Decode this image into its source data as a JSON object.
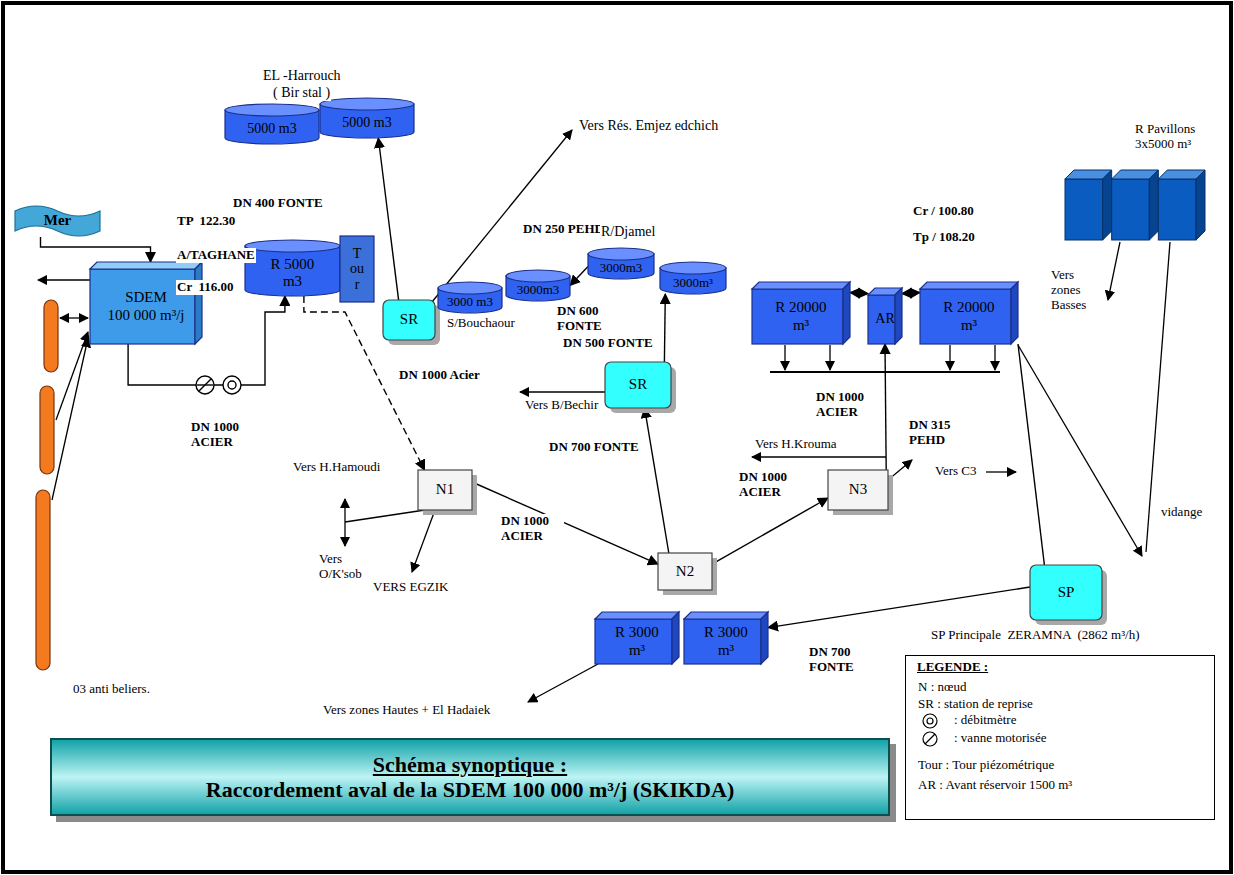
{
  "diagram": {
    "title": "Schéma synoptique :",
    "caption": "Raccordement aval de la SDEM 100 000 m³/j (SKIKDA)",
    "nodes": [
      {
        "text": [
          "Mer"
        ]
      },
      {
        "text": [
          "SDEM",
          "100 000 m³/j"
        ]
      },
      {
        "text": [
          "R 5000 m3"
        ]
      },
      {
        "text": [
          "Tour"
        ]
      },
      {
        "text": [
          "SR"
        ]
      },
      {
        "text": [
          "5000 m3"
        ]
      },
      {
        "text": [
          "5000 m3"
        ]
      },
      {
        "text": [
          "3000 m3"
        ]
      },
      {
        "text": [
          "3000m3"
        ]
      },
      {
        "text": [
          "3000m3"
        ]
      },
      {
        "text": [
          "3000m³"
        ]
      },
      {
        "text": [
          "SR"
        ]
      },
      {
        "text": [
          "N1"
        ]
      },
      {
        "text": [
          "N2"
        ]
      },
      {
        "text": [
          "N3"
        ]
      },
      {
        "text": [
          "R 20000 m³"
        ]
      },
      {
        "text": [
          "AR"
        ]
      },
      {
        "text": [
          "R 20000 m³"
        ]
      },
      {
        "text": [
          "R Pavillons 3x5000 m³"
        ]
      },
      {
        "text": [
          "SP"
        ]
      },
      {
        "text": [
          "R 3000 m³"
        ]
      },
      {
        "text": [
          "R 3000 m³"
        ]
      }
    ],
    "edges": [
      {
        "from": 0,
        "to": 1,
        "arrow": "to"
      },
      {
        "from": 1,
        "to": 2,
        "arrow": "to"
      },
      {
        "from": 2,
        "to": 12,
        "arrow": "to"
      },
      {
        "from": 4,
        "to": 6,
        "arrow": "to"
      },
      {
        "from": 9,
        "to": 8,
        "arrow": "to"
      },
      {
        "from": 11,
        "to": 10,
        "arrow": "to"
      },
      {
        "from": 13,
        "to": 11,
        "arrow": "to"
      },
      {
        "from": 12,
        "to": 13,
        "arrow": "to"
      },
      {
        "from": 13,
        "to": 14,
        "arrow": "to"
      },
      {
        "from": 14,
        "to": 16,
        "arrow": "to"
      },
      {
        "from": 15,
        "to": 16,
        "arrow": "both"
      },
      {
        "from": 16,
        "to": 17,
        "arrow": "both"
      },
      {
        "from": 17,
        "to": 19,
        "arrow": "none"
      },
      {
        "from": 19,
        "to": 21,
        "arrow": "to"
      }
    ],
    "labels": [
      "EL -Harrouch",
      "( Bir stal )",
      "Vers Rés. Emjez edchich",
      "DN 400 FONTE",
      "DN 250 PEHD",
      "R/Djamel",
      "TP  122.30",
      "A/TAGHANE",
      "Cr  116.00",
      "S/Bouchaour",
      "DN 600 FONTE",
      "DN 500 FONTE",
      "Cr / 100.80",
      "Tp / 108.20",
      "Vers zones Basses",
      "DN 1000 ACIER",
      "DN 1000 Acier",
      "Vers H.Hamoudi",
      "Vers B/Bechir",
      "DN 700 FONTE",
      "DN 1000 ACIER",
      "DN 1000 ACIER",
      "DN 1000 ACIER",
      "DN 315 PEHD",
      "Vers H.Krouma",
      "Vers C3",
      "vidange",
      "Vers O/K'sob",
      "VERS EGZIK",
      "SP Principale  ZERAMNA  (2862 m³/h)",
      "DN 700 FONTE",
      "Vers zones Hautes + El Hadaiek",
      "03 anti beliers.",
      "LEGENDE :"
    ],
    "legend": [
      {
        "text": "N : nœud"
      },
      {
        "text": "SR : station de reprise"
      },
      {
        "text": ": débitmètre"
      },
      {
        "text": ": vanne motorisée"
      },
      {
        "text": "Tour : Tour piézométrique"
      },
      {
        "text": "AR : Avant réservoir 1500 m³"
      }
    ]
  }
}
